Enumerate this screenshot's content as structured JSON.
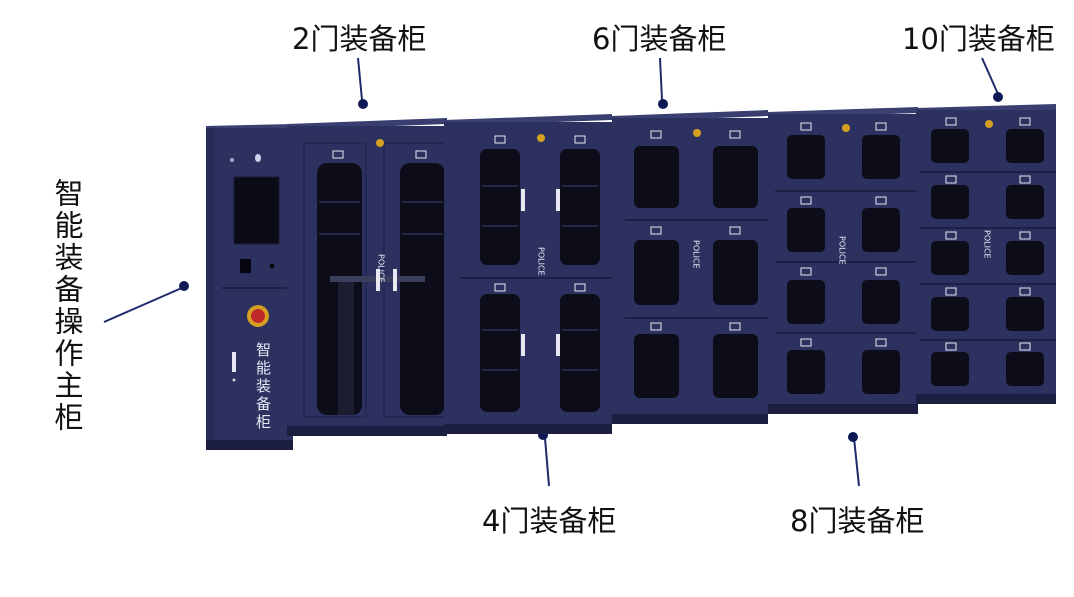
{
  "labels": {
    "main_cabinet": "智能装备操作主柜",
    "cab2": "2门装备柜",
    "cab4": "4门装备柜",
    "cab6": "6门装备柜",
    "cab8": "8门装备柜",
    "cab10": "10门装备柜"
  },
  "cabinet_text": {
    "police": "POLICE",
    "main_panel_vertical": "智能装备柜"
  },
  "colors": {
    "cabinet_front": "#2c3160",
    "cabinet_side": "#1f2347",
    "cabinet_top": "#3a3f72",
    "compartment": "#0c0d18",
    "leader_line": "#1f2b6b",
    "dot": "#0e1a55"
  }
}
